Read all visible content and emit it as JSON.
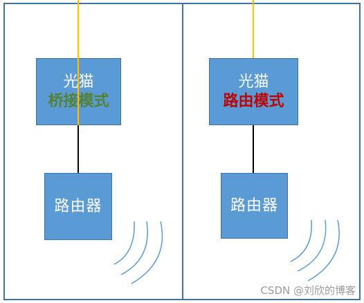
{
  "left_panel": {
    "modem": {
      "line1": "光猫",
      "line2": "桥接模式",
      "line2_color": "#548235"
    },
    "router": {
      "label": "路由器"
    }
  },
  "right_panel": {
    "modem": {
      "line1": "光猫",
      "line2": "路由模式",
      "line2_color": "#c00000"
    },
    "router": {
      "label": "路由器"
    }
  },
  "colors": {
    "box_fill": "#5b9bd5",
    "box_border": "#41719c",
    "panel_border": "#41719c",
    "fiber_line": "#ffc000",
    "cable_line": "#000000",
    "wifi_waves": "#5b9bd5"
  },
  "watermark": "CSDN @刘欣的博客"
}
